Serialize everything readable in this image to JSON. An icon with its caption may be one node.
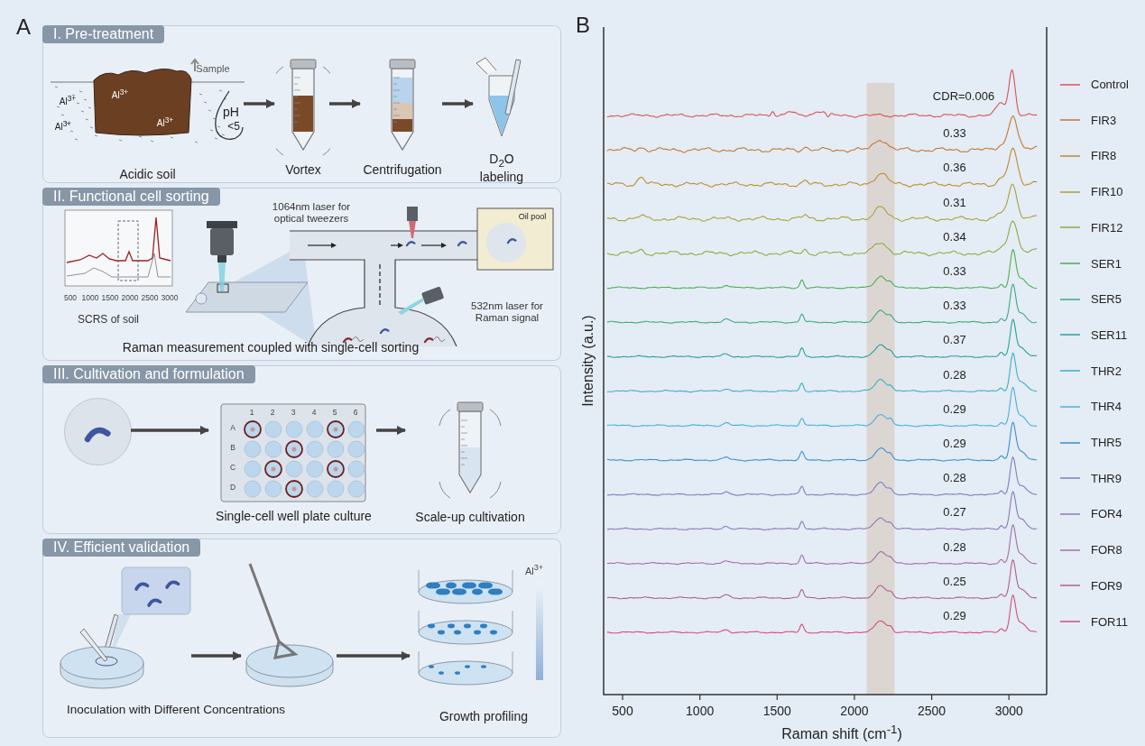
{
  "diagram": {
    "nodes": [
      {
        "text": [
          "I. Pre-treatment"
        ]
      },
      {
        "text": [
          "Acidic soil"
        ],
        "in": 0
      },
      {
        "text": [
          "Vortex"
        ],
        "in": 0
      },
      {
        "text": [
          "Centrifugation"
        ],
        "in": 0
      },
      {
        "text": [
          "D$_{2}$O labeling"
        ],
        "in": 0
      },
      {
        "text": [
          "II. Functional cell sorting"
        ]
      },
      {
        "text": [
          "III. Cultivation and formulation"
        ]
      },
      {
        "text": [],
        "shape": "circle",
        "in": 6
      },
      {
        "text": [
          "Single-cell well plate culture"
        ],
        "in": 6
      },
      {
        "text": [
          "Scale-up cultivation"
        ],
        "in": 6
      },
      {
        "text": [
          "IV. Efficient validation"
        ]
      },
      {
        "text": [],
        "shape": "picture",
        "in": 10
      },
      {
        "text": [],
        "shape": "picture",
        "in": 10
      },
      {
        "text": [
          "Growth profiling"
        ],
        "in": 10
      }
    ],
    "edges": [
      {
        "from": 1,
        "to": 2,
        "arrow": "to"
      },
      {
        "from": 2,
        "to": 3,
        "arrow": "to"
      },
      {
        "from": 3,
        "to": 4,
        "arrow": "to"
      },
      {
        "from": 7,
        "to": 8,
        "arrow": "to"
      },
      {
        "from": 8,
        "to": 9,
        "arrow": "to"
      },
      {
        "from": 11,
        "to": 12,
        "arrow": "to"
      },
      {
        "from": 12,
        "to": 13,
        "arrow": "to"
      }
    ],
    "labels": [
      "A",
      "Sample",
      "Al$^{3+}$",
      "Al$^{3+}$",
      "Al$^{3+}$",
      "Al$^{3+}$",
      "pH",
      "<5",
      "1064nm laser for optical tweezers",
      "Oil pool",
      "500",
      "1000",
      "1500",
      "2000",
      "2500",
      "3000",
      "532nm laser for Raman signal",
      "SCRS of soil",
      "Raman measurement coupled with single-cell sorting",
      "1",
      "2",
      "3",
      "4",
      "5",
      "6",
      "A",
      "B",
      "C",
      "D",
      "Al$^{3+}$",
      "Inoculation with Different Concentrations",
      "B",
      "CDR=0.006",
      "0.33",
      "0.36",
      "0.31",
      "0.34",
      "0.33",
      "0.33",
      "0.37",
      "0.28",
      "0.29",
      "0.29",
      "0.28",
      "0.27",
      "0.28",
      "0.25",
      "0.29",
      "Intensity (a.u.)",
      "500",
      "1000",
      "1500",
      "2000",
      "2500",
      "3000",
      "Raman shift (cm$^{-1}$)"
    ],
    "legend": [
      {
        "text": "Control"
      },
      {
        "text": "FIR3"
      },
      {
        "text": "FIR8"
      },
      {
        "text": "FIR10"
      },
      {
        "text": "FIR12"
      },
      {
        "text": "SER1"
      },
      {
        "text": "SER5"
      },
      {
        "text": "SER11"
      },
      {
        "text": "THR2"
      },
      {
        "text": "THR4"
      },
      {
        "text": "THR5"
      },
      {
        "text": "THR9"
      },
      {
        "text": "FOR4"
      },
      {
        "text": "FOR8"
      },
      {
        "text": "FOR9"
      },
      {
        "text": "FOR11"
      }
    ]
  }
}
